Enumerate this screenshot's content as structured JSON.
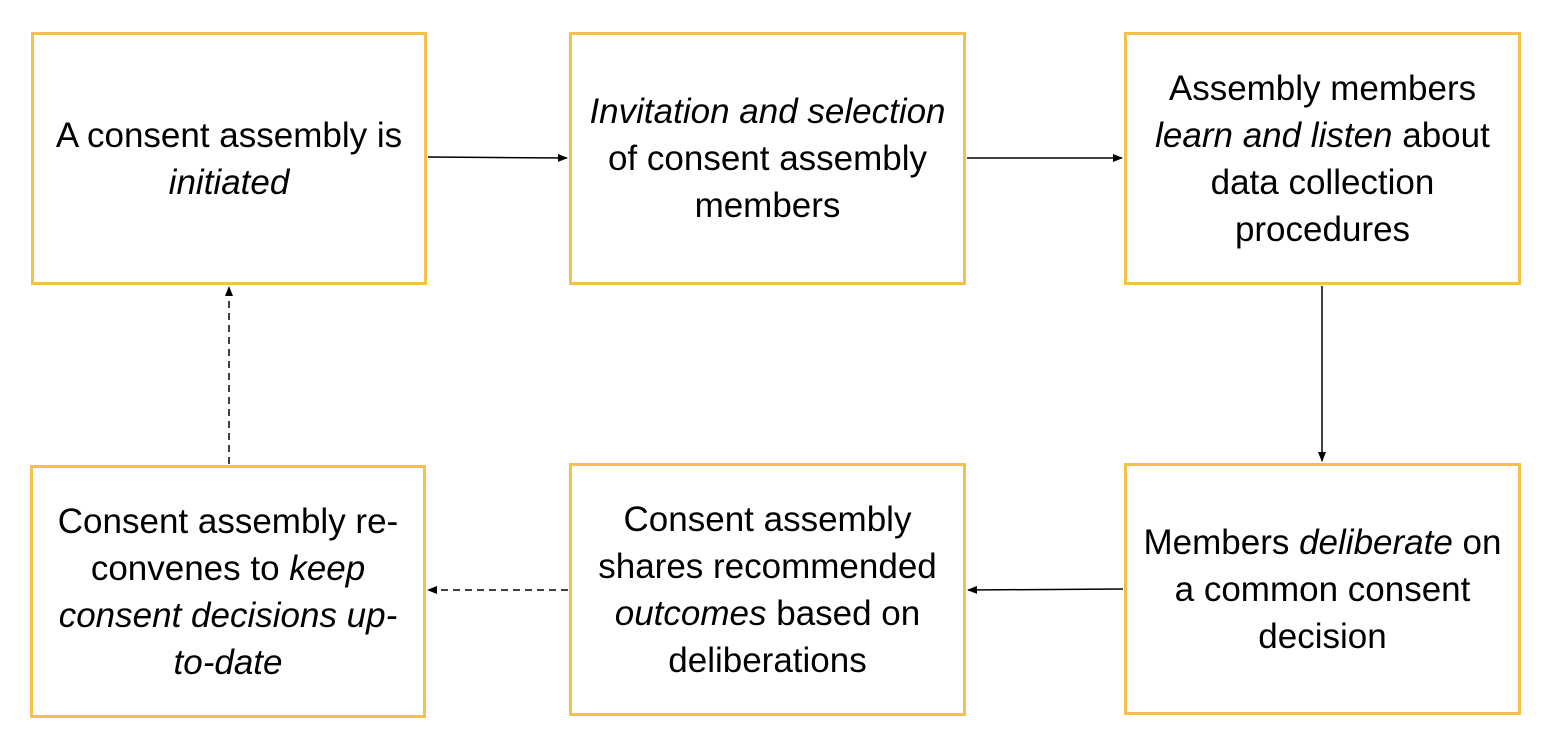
{
  "diagram": {
    "nodes": [
      {
        "id": "initiated",
        "segments": [
          {
            "text": "A consent assembly is ",
            "italic": false
          },
          {
            "text": "initiated",
            "italic": true
          }
        ]
      },
      {
        "id": "invitation",
        "segments": [
          {
            "text": "Invitation and selection",
            "italic": true
          },
          {
            "text": " of consent assembly members",
            "italic": false
          }
        ]
      },
      {
        "id": "learn",
        "segments": [
          {
            "text": "Assembly members ",
            "italic": false
          },
          {
            "text": "learn and listen",
            "italic": true
          },
          {
            "text": " about data collection procedures",
            "italic": false
          }
        ]
      },
      {
        "id": "deliberate",
        "segments": [
          {
            "text": "Members ",
            "italic": false
          },
          {
            "text": "deliberate",
            "italic": true
          },
          {
            "text": " on a common consent decision",
            "italic": false
          }
        ]
      },
      {
        "id": "outcomes",
        "segments": [
          {
            "text": "Consent assembly shares recommended ",
            "italic": false
          },
          {
            "text": "outcomes",
            "italic": true
          },
          {
            "text": " based on deliberations",
            "italic": false
          }
        ]
      },
      {
        "id": "reconvene",
        "segments": [
          {
            "text": "Consent assembly re-convenes to ",
            "italic": false
          },
          {
            "text": "keep consent decisions up-to-date",
            "italic": true
          }
        ]
      }
    ],
    "edges": [
      {
        "from": "initiated",
        "to": "invitation",
        "style": "solid"
      },
      {
        "from": "invitation",
        "to": "learn",
        "style": "solid"
      },
      {
        "from": "learn",
        "to": "deliberate",
        "style": "solid"
      },
      {
        "from": "deliberate",
        "to": "outcomes",
        "style": "solid"
      },
      {
        "from": "outcomes",
        "to": "reconvene",
        "style": "dashed"
      },
      {
        "from": "reconvene",
        "to": "initiated",
        "style": "dashed"
      }
    ],
    "colors": {
      "box_border": "#F2C14E",
      "text": "#000000",
      "arrow": "#000000"
    }
  }
}
